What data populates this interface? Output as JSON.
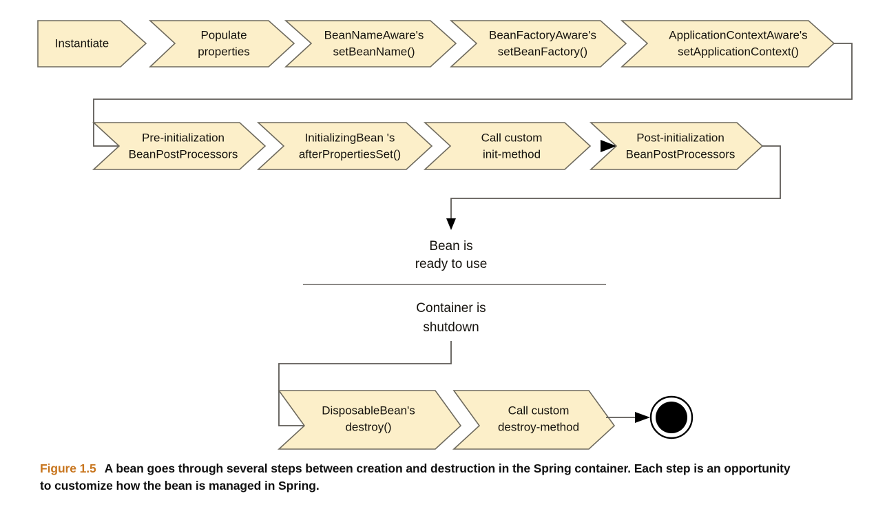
{
  "figure": {
    "number_label": "Figure 1.5",
    "caption_text": "A bean goes through several steps between creation and destruction in the Spring container. Each step is an opportunity to customize how the bean is managed in Spring.",
    "number_color": "#c8761f",
    "caption_color": "#101010"
  },
  "style": {
    "chevron_fill": "#fcefc9",
    "chevron_stroke": "#6e6a5e",
    "connector_stroke": "#5d5a55",
    "text_color": "#15120d",
    "background": "#ffffff"
  },
  "diagram": {
    "type": "flowchart",
    "title": "Spring bean lifecycle",
    "row1": {
      "name": "creation-row",
      "steps": [
        {
          "id": "instantiate",
          "line1": "Instantiate",
          "line2": ""
        },
        {
          "id": "populate-properties",
          "line1": "Populate",
          "line2": "properties"
        },
        {
          "id": "bean-name-aware",
          "line1": "BeanNameAware's",
          "line2": "setBeanName()"
        },
        {
          "id": "bean-factory-aware",
          "line1": "BeanFactoryAware's",
          "line2": "setBeanFactory()"
        },
        {
          "id": "application-context-aware",
          "line1": "ApplicationContextAware's",
          "line2": "setApplicationContext()"
        }
      ]
    },
    "row2": {
      "name": "initialization-row",
      "steps": [
        {
          "id": "pre-initialization-bpp",
          "line1": "Pre-initialization",
          "line2": "BeanPostProcessors"
        },
        {
          "id": "initializing-bean",
          "line1": "InitializingBean  's",
          "line2": "afterPropertiesSet()"
        },
        {
          "id": "call-custom-init",
          "line1": "Call custom",
          "line2": "init-method"
        },
        {
          "id": "post-initialization-bpp",
          "line1": "Post-initialization",
          "line2": "BeanPostProcessors"
        }
      ]
    },
    "states": {
      "ready": {
        "id": "bean-ready",
        "line1": "Bean is",
        "line2": "ready to use"
      },
      "shutdown": {
        "id": "container-shutdown",
        "line1": "Container is",
        "line2": "shutdown"
      }
    },
    "row3": {
      "name": "destruction-row",
      "steps": [
        {
          "id": "disposable-bean",
          "line1": "DisposableBean's",
          "line2": "destroy()"
        },
        {
          "id": "call-custom-destroy",
          "line1": "Call custom",
          "line2": "destroy-method"
        }
      ],
      "terminator": {
        "id": "end-state",
        "shape": "filled-circle-ring"
      }
    }
  }
}
